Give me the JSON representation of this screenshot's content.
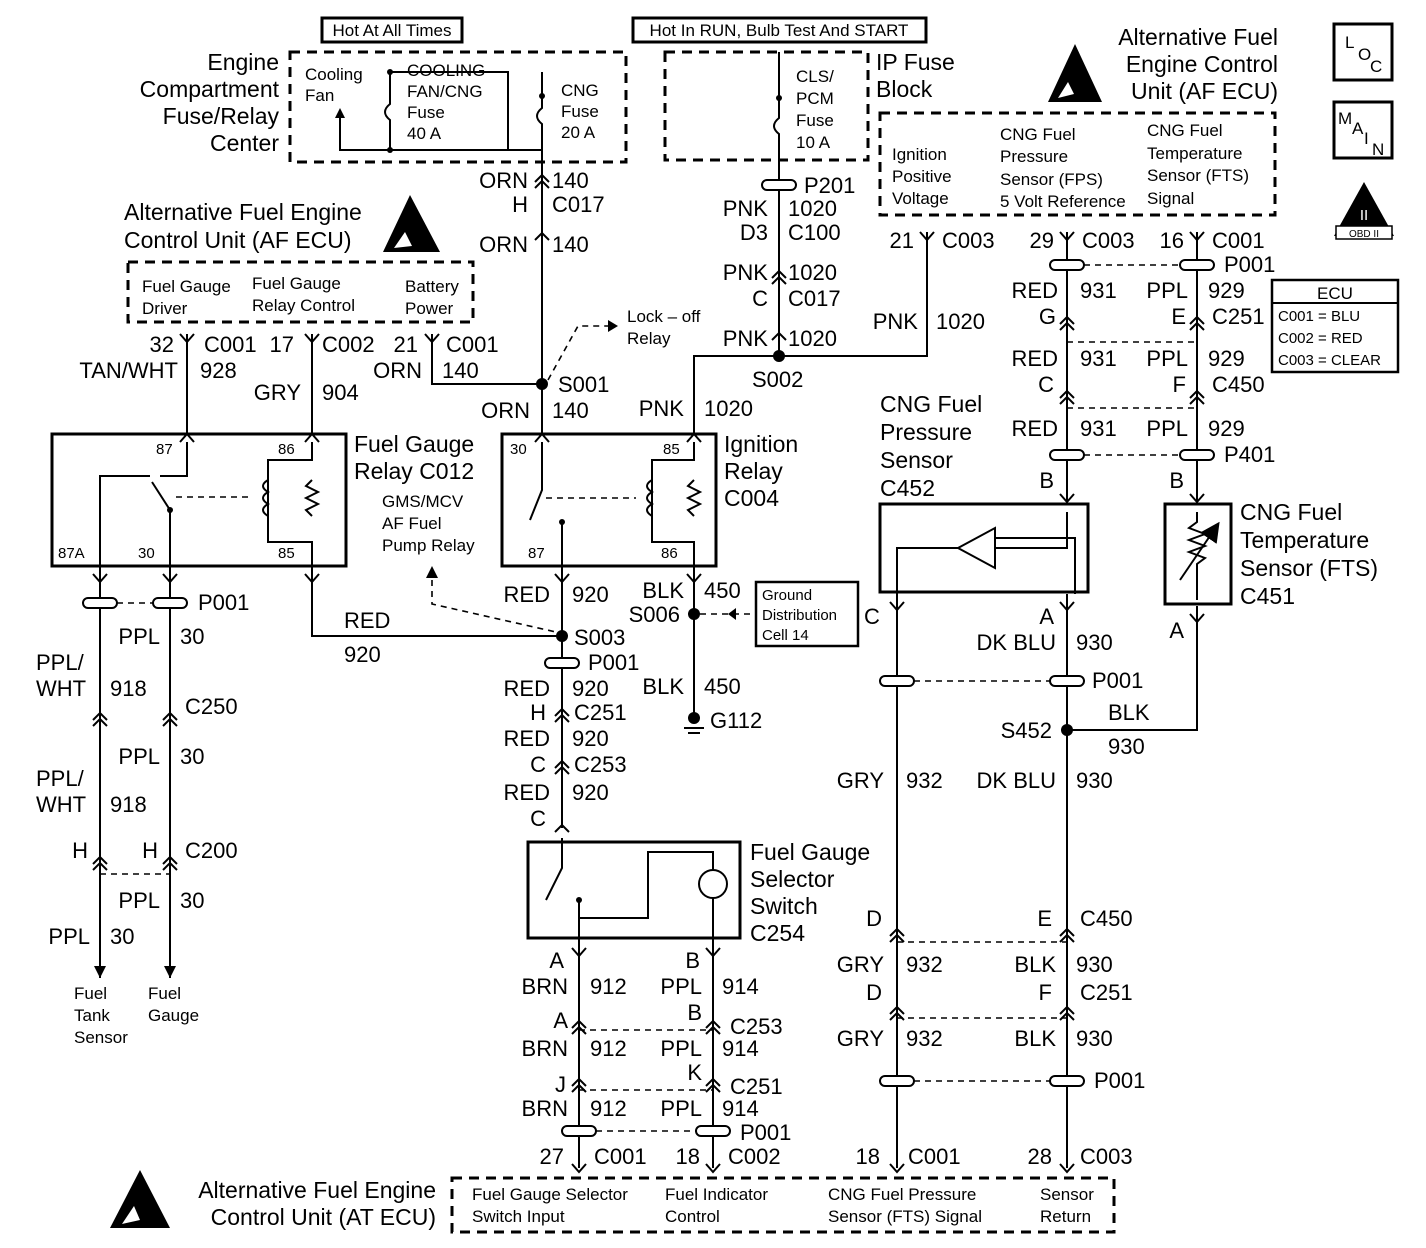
{
  "headers": {
    "hot_all_times": "Hot At All Times",
    "hot_run": "Hot In RUN, Bulb Test And START"
  },
  "fuse_center": {
    "title": [
      "Engine",
      "Compartment",
      "Fuse/Relay",
      "Center"
    ],
    "cooling_fan": [
      "Cooling",
      "Fan"
    ],
    "fan_fuse": [
      "COOLING",
      "FAN/CNG",
      "Fuse",
      "40 A"
    ],
    "cng_fuse": [
      "CNG",
      "Fuse",
      "20 A"
    ]
  },
  "ip_fuse": {
    "title": [
      "IP Fuse",
      "Block"
    ],
    "fuse": [
      "CLS/",
      "PCM",
      "Fuse",
      "10 A"
    ]
  },
  "ecu_top_right": {
    "title": [
      "Alternative Fuel",
      "Engine Control",
      "Unit (AF ECU)"
    ],
    "ign": [
      "Ignition",
      "Positive",
      "Voltage"
    ],
    "fps": [
      "CNG Fuel",
      "Pressure",
      "Sensor (FPS)",
      "5 Volt Reference"
    ],
    "fts": [
      "CNG Fuel",
      "Temperature",
      "Sensor (FTS)",
      "Signal"
    ]
  },
  "ecu_left": {
    "title": [
      "Alternative Fuel Engine",
      "Control Unit (AF ECU)"
    ],
    "driver": [
      "Fuel Gauge",
      "Driver"
    ],
    "relay_ctrl": [
      "Fuel Gauge",
      "Relay Control"
    ],
    "battery": [
      "Battery",
      "Power"
    ]
  },
  "ecu_bottom": {
    "title": [
      "Alternative Fuel Engine",
      "Control Unit (AT ECU)"
    ],
    "sel": [
      "Fuel Gauge Selector",
      "Switch Input"
    ],
    "ind": [
      "Fuel Indicator",
      "Control"
    ],
    "fps": [
      "CNG Fuel Pressure",
      "Sensor (FTS) Signal"
    ],
    "ret": [
      "Sensor",
      "Return"
    ]
  },
  "side_icons": {
    "loc": [
      "L",
      "O",
      "C"
    ],
    "main": [
      "M",
      "A",
      "I",
      "N"
    ],
    "obd": [
      "II",
      "OBD II"
    ]
  },
  "ecu_legend": {
    "title": "ECU",
    "rows": [
      "C001 = BLU",
      "C002 = RED",
      "C003 = CLEAR"
    ]
  },
  "components": {
    "fg_relay": [
      "Fuel Gauge",
      "Relay C012"
    ],
    "gms": [
      "GMS/MCV",
      "AF Fuel",
      "Pump Relay"
    ],
    "ign_relay": [
      "Ignition",
      "Relay",
      "C004"
    ],
    "lock_off": [
      "Lock – off",
      "Relay"
    ],
    "ground_dist": [
      "Ground",
      "Distribution",
      "Cell 14"
    ],
    "fps_sensor": [
      "CNG Fuel",
      "Pressure",
      "Sensor",
      "C452"
    ],
    "fts_sensor": [
      "CNG Fuel",
      "Temperature",
      "Sensor (FTS)",
      "C451"
    ],
    "selector": [
      "Fuel Gauge",
      "Selector",
      "Switch",
      "C254"
    ],
    "tank_sensor": [
      "Fuel",
      "Tank",
      "Sensor"
    ],
    "gauge": [
      "Fuel",
      "Gauge"
    ]
  },
  "labels": [
    {
      "id": "l1",
      "t": "ORN"
    },
    {
      "id": "l2",
      "t": "140"
    },
    {
      "id": "l3",
      "t": "H"
    },
    {
      "id": "l4",
      "t": "C017"
    },
    {
      "id": "l5",
      "t": "ORN"
    },
    {
      "id": "l6",
      "t": "140"
    },
    {
      "id": "l7",
      "t": "P201"
    },
    {
      "id": "l8",
      "t": "PNK"
    },
    {
      "id": "l9",
      "t": "1020"
    },
    {
      "id": "l10",
      "t": "D3"
    },
    {
      "id": "l11",
      "t": "C100"
    },
    {
      "id": "l12",
      "t": "PNK"
    },
    {
      "id": "l13",
      "t": "1020"
    },
    {
      "id": "l14",
      "t": "C"
    },
    {
      "id": "l15",
      "t": "C017"
    },
    {
      "id": "l16",
      "t": "PNK"
    },
    {
      "id": "l17",
      "t": "1020"
    },
    {
      "id": "l18",
      "t": "PNK"
    },
    {
      "id": "l19",
      "t": "1020"
    },
    {
      "id": "l20",
      "t": "21"
    },
    {
      "id": "l21",
      "t": "C003"
    },
    {
      "id": "l22",
      "t": "29"
    },
    {
      "id": "l23",
      "t": "C003"
    },
    {
      "id": "l24",
      "t": "16"
    },
    {
      "id": "l25",
      "t": "C001"
    },
    {
      "id": "l26",
      "t": "P001"
    },
    {
      "id": "l27",
      "t": "RED"
    },
    {
      "id": "l28",
      "t": "931"
    },
    {
      "id": "l29",
      "t": "PPL"
    },
    {
      "id": "l30",
      "t": "929"
    },
    {
      "id": "l31",
      "t": "G"
    },
    {
      "id": "l32",
      "t": "E"
    },
    {
      "id": "l33",
      "t": "C251"
    },
    {
      "id": "l34",
      "t": "RED"
    },
    {
      "id": "l35",
      "t": "931"
    },
    {
      "id": "l36",
      "t": "PPL"
    },
    {
      "id": "l37",
      "t": "929"
    },
    {
      "id": "l38",
      "t": "C"
    },
    {
      "id": "l39",
      "t": "F"
    },
    {
      "id": "l40",
      "t": "C450"
    },
    {
      "id": "l41",
      "t": "RED"
    },
    {
      "id": "l42",
      "t": "931"
    },
    {
      "id": "l43",
      "t": "PPL"
    },
    {
      "id": "l44",
      "t": "929"
    },
    {
      "id": "l45",
      "t": "P401"
    },
    {
      "id": "l46",
      "t": "B"
    },
    {
      "id": "l47",
      "t": "B"
    },
    {
      "id": "l48",
      "t": "32"
    },
    {
      "id": "l49",
      "t": "C001"
    },
    {
      "id": "l50",
      "t": "17"
    },
    {
      "id": "l51",
      "t": "C002"
    },
    {
      "id": "l52",
      "t": "21"
    },
    {
      "id": "l53",
      "t": "C001"
    },
    {
      "id": "l54",
      "t": "TAN/WHT"
    },
    {
      "id": "l55",
      "t": "928"
    },
    {
      "id": "l56",
      "t": "ORN"
    },
    {
      "id": "l57",
      "t": "140"
    },
    {
      "id": "l58",
      "t": "GRY"
    },
    {
      "id": "l59",
      "t": "904"
    },
    {
      "id": "l60",
      "t": "S001"
    },
    {
      "id": "l61",
      "t": "ORN"
    },
    {
      "id": "l62",
      "t": "140"
    },
    {
      "id": "l63",
      "t": "S002"
    },
    {
      "id": "l64",
      "t": "PNK"
    },
    {
      "id": "l65",
      "t": "1020"
    },
    {
      "id": "l66",
      "t": "87"
    },
    {
      "id": "l67",
      "t": "86"
    },
    {
      "id": "l68",
      "t": "87A"
    },
    {
      "id": "l69",
      "t": "30"
    },
    {
      "id": "l70",
      "t": "85"
    },
    {
      "id": "l71",
      "t": "30"
    },
    {
      "id": "l72",
      "t": "85"
    },
    {
      "id": "l73",
      "t": "87"
    },
    {
      "id": "l74",
      "t": "86"
    },
    {
      "id": "l75",
      "t": "P001"
    },
    {
      "id": "l76",
      "t": "PPL"
    },
    {
      "id": "l77",
      "t": "30"
    },
    {
      "id": "l78",
      "t": "PPL/"
    },
    {
      "id": "l79",
      "t": "WHT"
    },
    {
      "id": "l80",
      "t": "918"
    },
    {
      "id": "l81",
      "t": "C250"
    },
    {
      "id": "l82",
      "t": "PPL"
    },
    {
      "id": "l83",
      "t": "30"
    },
    {
      "id": "l84",
      "t": "PPL/"
    },
    {
      "id": "l85",
      "t": "WHT"
    },
    {
      "id": "l86",
      "t": "918"
    },
    {
      "id": "l87",
      "t": "H"
    },
    {
      "id": "l88",
      "t": "H"
    },
    {
      "id": "l89",
      "t": "C200"
    },
    {
      "id": "l90",
      "t": "PPL"
    },
    {
      "id": "l91",
      "t": "30"
    },
    {
      "id": "l92",
      "t": "PPL"
    },
    {
      "id": "l93",
      "t": "30"
    },
    {
      "id": "l94",
      "t": "RED"
    },
    {
      "id": "l95",
      "t": "920"
    },
    {
      "id": "l96",
      "t": "RED"
    },
    {
      "id": "l97",
      "t": "920"
    },
    {
      "id": "l98",
      "t": "BLK"
    },
    {
      "id": "l99",
      "t": "450"
    },
    {
      "id": "l100",
      "t": "S006"
    },
    {
      "id": "l101",
      "t": "S003"
    },
    {
      "id": "l102",
      "t": "P001"
    },
    {
      "id": "l103",
      "t": "RED"
    },
    {
      "id": "l104",
      "t": "920"
    },
    {
      "id": "l105",
      "t": "BLK"
    },
    {
      "id": "l106",
      "t": "450"
    },
    {
      "id": "l107",
      "t": "H"
    },
    {
      "id": "l108",
      "t": "C251"
    },
    {
      "id": "l109",
      "t": "G112"
    },
    {
      "id": "l110",
      "t": "RED"
    },
    {
      "id": "l111",
      "t": "920"
    },
    {
      "id": "l112",
      "t": "C"
    },
    {
      "id": "l113",
      "t": "C253"
    },
    {
      "id": "l114",
      "t": "RED"
    },
    {
      "id": "l115",
      "t": "920"
    },
    {
      "id": "l116",
      "t": "C"
    },
    {
      "id": "l117",
      "t": "C"
    },
    {
      "id": "l118",
      "t": "A"
    },
    {
      "id": "l119",
      "t": "DK BLU"
    },
    {
      "id": "l120",
      "t": "930"
    },
    {
      "id": "l121",
      "t": "A"
    },
    {
      "id": "l122",
      "t": "P001"
    },
    {
      "id": "l123",
      "t": "S452"
    },
    {
      "id": "l124",
      "t": "BLK"
    },
    {
      "id": "l125",
      "t": "930"
    },
    {
      "id": "l126",
      "t": "GRY"
    },
    {
      "id": "l127",
      "t": "932"
    },
    {
      "id": "l128",
      "t": "DK BLU"
    },
    {
      "id": "l129",
      "t": "930"
    },
    {
      "id": "l130",
      "t": "D"
    },
    {
      "id": "l131",
      "t": "E"
    },
    {
      "id": "l132",
      "t": "C450"
    },
    {
      "id": "l133",
      "t": "GRY"
    },
    {
      "id": "l134",
      "t": "932"
    },
    {
      "id": "l135",
      "t": "BLK"
    },
    {
      "id": "l136",
      "t": "930"
    },
    {
      "id": "l137",
      "t": "D"
    },
    {
      "id": "l138",
      "t": "F"
    },
    {
      "id": "l139",
      "t": "C251"
    },
    {
      "id": "l140",
      "t": "GRY"
    },
    {
      "id": "l141",
      "t": "932"
    },
    {
      "id": "l142",
      "t": "BLK"
    },
    {
      "id": "l143",
      "t": "930"
    },
    {
      "id": "l144",
      "t": "P001"
    },
    {
      "id": "l145",
      "t": "18"
    },
    {
      "id": "l146",
      "t": "C001"
    },
    {
      "id": "l147",
      "t": "28"
    },
    {
      "id": "l148",
      "t": "C003"
    },
    {
      "id": "l149",
      "t": "A"
    },
    {
      "id": "l150",
      "t": "B"
    },
    {
      "id": "l151",
      "t": "BRN"
    },
    {
      "id": "l152",
      "t": "912"
    },
    {
      "id": "l153",
      "t": "PPL"
    },
    {
      "id": "l154",
      "t": "914"
    },
    {
      "id": "l155",
      "t": "A"
    },
    {
      "id": "l156",
      "t": "B"
    },
    {
      "id": "l157",
      "t": "C253"
    },
    {
      "id": "l158",
      "t": "BRN"
    },
    {
      "id": "l159",
      "t": "912"
    },
    {
      "id": "l160",
      "t": "PPL"
    },
    {
      "id": "l161",
      "t": "914"
    },
    {
      "id": "l162",
      "t": "J"
    },
    {
      "id": "l163",
      "t": "K"
    },
    {
      "id": "l164",
      "t": "C251"
    },
    {
      "id": "l165",
      "t": "BRN"
    },
    {
      "id": "l166",
      "t": "912"
    },
    {
      "id": "l167",
      "t": "PPL"
    },
    {
      "id": "l168",
      "t": "914"
    },
    {
      "id": "l169",
      "t": "P001"
    },
    {
      "id": "l170",
      "t": "27"
    },
    {
      "id": "l171",
      "t": "C001"
    },
    {
      "id": "l172",
      "t": "18"
    },
    {
      "id": "l173",
      "t": "C002"
    }
  ]
}
